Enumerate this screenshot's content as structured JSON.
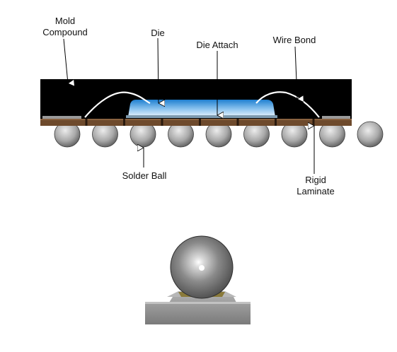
{
  "labels": {
    "mold_compound": [
      "Mold",
      "Compound"
    ],
    "die": "Die",
    "die_attach": "Die Attach",
    "wire_bond": "Wire Bond",
    "solder_ball": "Solder Ball",
    "rigid_laminate": [
      "Rigid",
      "Laminate"
    ]
  },
  "colors": {
    "mold": "#000000",
    "laminate": "#6e4a2c",
    "die_top": "#1f7fd0",
    "die_bottom": "#e6f2fc",
    "wire": "#ffffff",
    "ball_light": "#e9e9e9",
    "ball_dark": "#4a4a4a",
    "substrate": "#8e8e8e"
  },
  "counts": {
    "solder_balls": 9
  }
}
